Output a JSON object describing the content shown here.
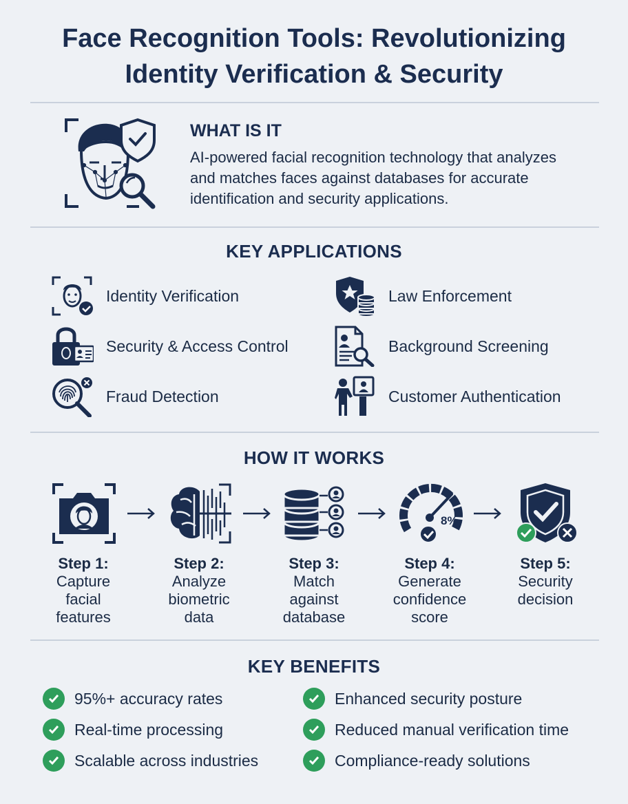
{
  "title": {
    "line1": "Face Recognition Tools: Revolutionizing",
    "line2": "Identity Verification & Security"
  },
  "what_is_it": {
    "heading": "WHAT IS IT",
    "description": "AI-powered facial recognition technology that analyzes and matches faces against databases for accurate identification and security applications.",
    "icon": "face-scan-shield-magnifier-icon"
  },
  "applications": {
    "heading": "KEY APPLICATIONS",
    "items": [
      {
        "label": "Identity Verification",
        "icon": "face-verified-icon"
      },
      {
        "label": "Law Enforcement",
        "icon": "police-badge-database-icon"
      },
      {
        "label": "Security & Access Control",
        "icon": "lock-id-card-icon"
      },
      {
        "label": "Background Screening",
        "icon": "document-search-icon"
      },
      {
        "label": "Fraud Detection",
        "icon": "fingerprint-search-icon"
      },
      {
        "label": "Customer Authentication",
        "icon": "person-kiosk-icon"
      }
    ]
  },
  "how_it_works": {
    "heading": "HOW IT WORKS",
    "steps": [
      {
        "step": "Step 1:",
        "l1": "Capture",
        "l2": "facial",
        "l3": "features",
        "icon": "camera-face-icon"
      },
      {
        "step": "Step 2:",
        "l1": "Analyze",
        "l2": "biometric",
        "l3": "data",
        "icon": "brain-circuit-icon"
      },
      {
        "step": "Step 3:",
        "l1": "Match",
        "l2": "against",
        "l3": "database",
        "icon": "database-faces-icon"
      },
      {
        "step": "Step 4:",
        "l1": "Generate",
        "l2": "confidence",
        "l3": "score",
        "icon": "gauge-icon",
        "gauge_text": "8%"
      },
      {
        "step": "Step 5:",
        "l1": "Security",
        "l2": "decision",
        "l3": "",
        "icon": "shield-decision-icon"
      }
    ]
  },
  "benefits": {
    "heading": "KEY BENEFITS",
    "items": [
      "95%+ accuracy rates",
      "Enhanced security posture",
      "Real-time processing",
      "Reduced manual verification time",
      "Scalable across industries",
      "Compliance-ready solutions"
    ]
  },
  "colors": {
    "navy": "#1b2d4f",
    "green": "#2e9e5b",
    "background": "#eef1f5"
  }
}
